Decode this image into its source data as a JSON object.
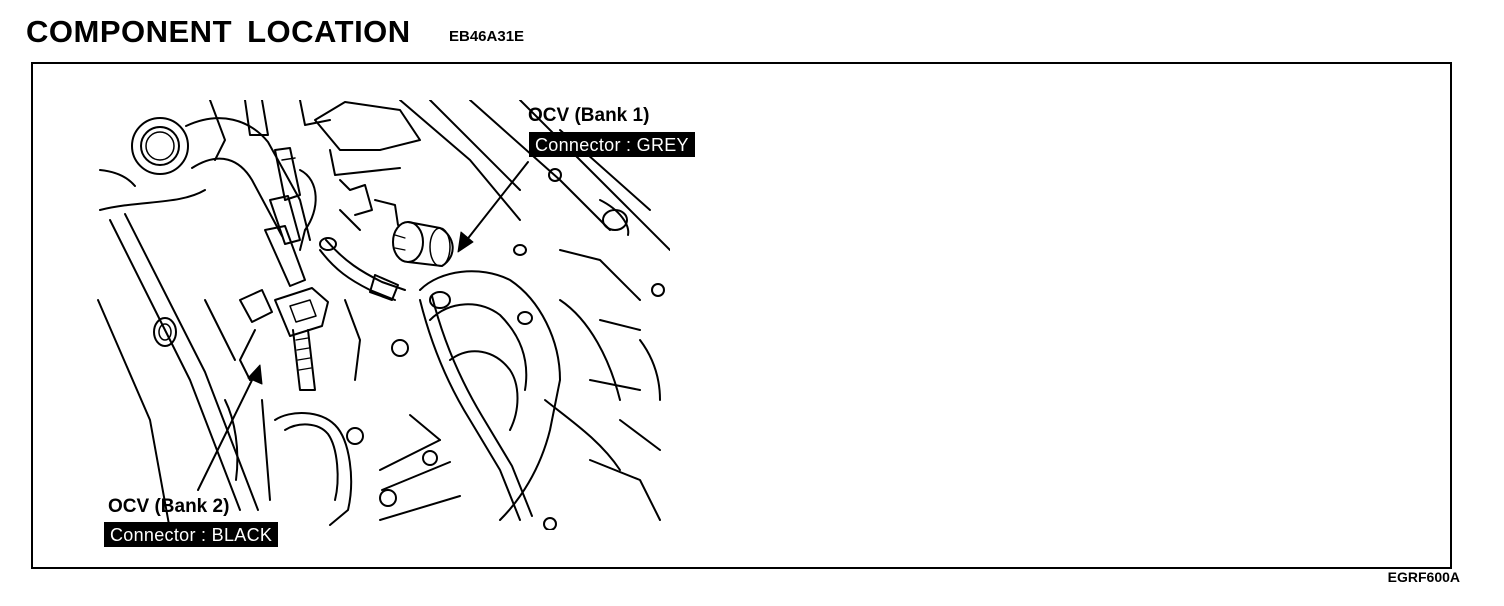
{
  "header": {
    "title": "COMPONENT LOCATION",
    "code": "EB46A31E"
  },
  "callouts": {
    "bank1": {
      "name": "OCV (Bank 1)",
      "connector": "Connector : GREY"
    },
    "bank2": {
      "name": "OCV (Bank 2)",
      "connector": "Connector : BLACK"
    }
  },
  "footer": {
    "figure_code": "EGRF600A"
  }
}
